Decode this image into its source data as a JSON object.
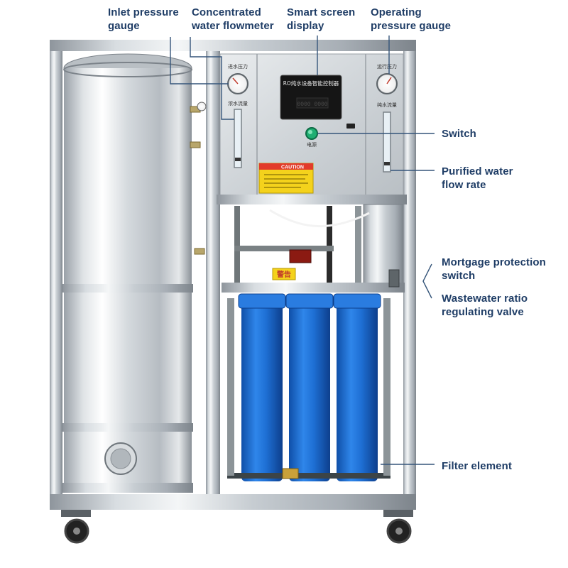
{
  "labels": {
    "inlet_pressure_gauge": [
      "Inlet pressure",
      "gauge"
    ],
    "concentrated_water_flowmeter": [
      "Concentrated",
      "water flowmeter"
    ],
    "smart_screen_display": [
      "Smart screen",
      "display"
    ],
    "operating_pressure_gauge": [
      "Operating",
      "pressure gauge"
    ],
    "switch": [
      "Switch"
    ],
    "purified_water_flow_rate": [
      "Purified water",
      "flow rate"
    ],
    "mortgage_protection_switch": [
      "Mortgage protection",
      "switch"
    ],
    "wastewater_ratio_regulating_valve": [
      "Wastewater ratio",
      "regulating valve"
    ],
    "filter_element": [
      "Filter element"
    ]
  },
  "machine_text": {
    "controller_title": "RO纯水设备智能控制器",
    "power_label": "电源",
    "caution_banner": "CAUTION",
    "warning_tag": "警告",
    "left_gauge_label": "进水压力",
    "left_flow_label": "浓水流量",
    "right_gauge_label": "运行压力",
    "right_flow_label": "纯水流量"
  },
  "colors": {
    "label_text": "#1f3d66",
    "leader_line": "#35557a",
    "filter_blue": "#1e6fd4",
    "switch_green": "#1fae72",
    "caution_yellow": "#f4d21c",
    "stainless": "#c9ced3"
  }
}
